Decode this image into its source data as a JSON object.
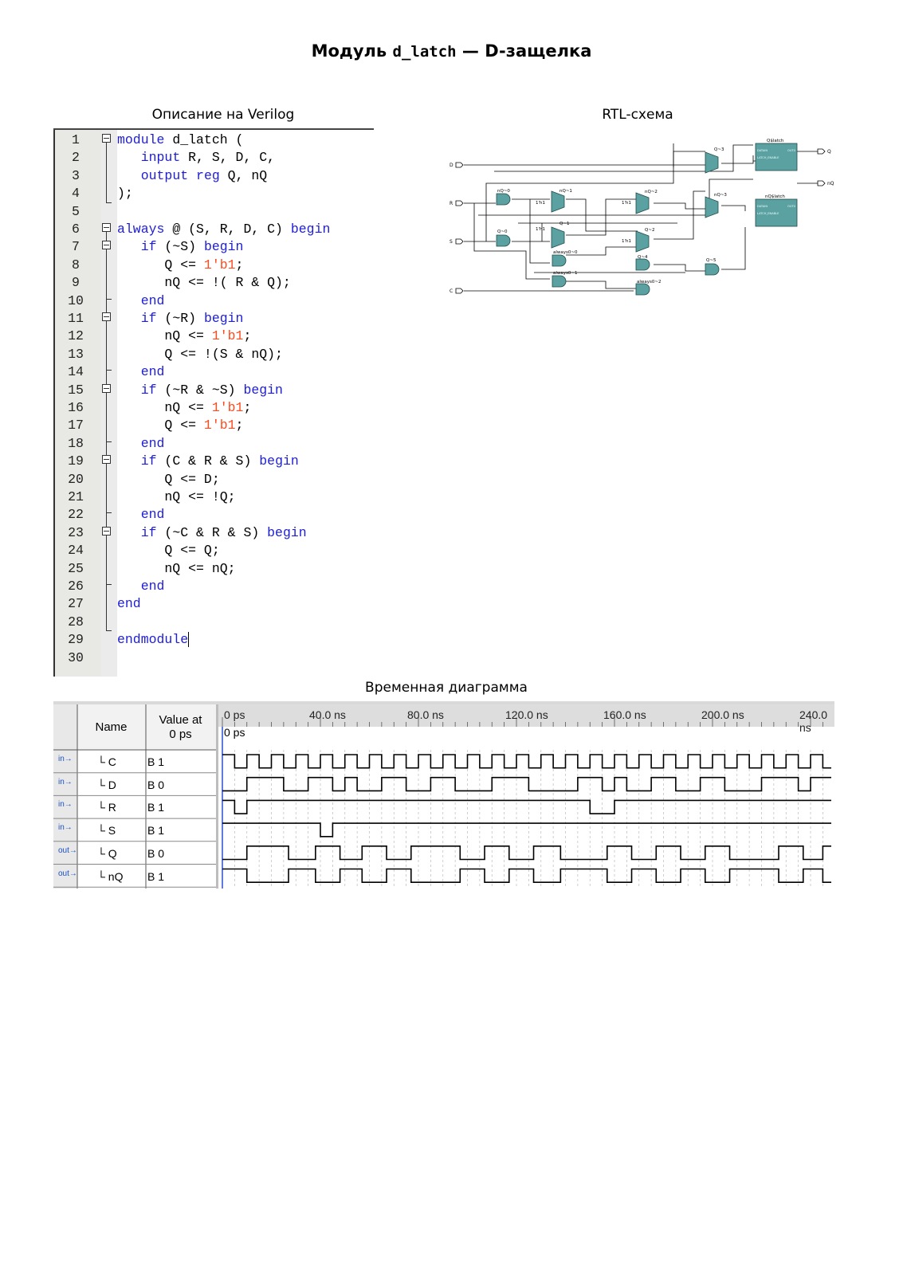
{
  "page": {
    "title_prefix": "Модуль ",
    "title_code": "d_latch",
    "title_suffix": " — D-защелка"
  },
  "captions": {
    "verilog": "Описание на Verilog",
    "rtl": "RTL-схема",
    "timing": "Временная диаграмма"
  },
  "code_lines": [
    {
      "n": "1",
      "t": "module d_latch ("
    },
    {
      "n": "2",
      "t": "   input R, S, D, C,"
    },
    {
      "n": "3",
      "t": "   output reg Q, nQ"
    },
    {
      "n": "4",
      "t": ");"
    },
    {
      "n": "5",
      "t": ""
    },
    {
      "n": "6",
      "t": "always @ (S, R, D, C) begin"
    },
    {
      "n": "7",
      "t": "   if (~S) begin"
    },
    {
      "n": "8",
      "t": "      Q <= 1'b1;"
    },
    {
      "n": "9",
      "t": "      nQ <= !( R & Q);"
    },
    {
      "n": "10",
      "t": "   end"
    },
    {
      "n": "11",
      "t": "   if (~R) begin"
    },
    {
      "n": "12",
      "t": "      nQ <= 1'b1;"
    },
    {
      "n": "13",
      "t": "      Q <= !(S & nQ);"
    },
    {
      "n": "14",
      "t": "   end"
    },
    {
      "n": "15",
      "t": "   if (~R & ~S) begin"
    },
    {
      "n": "16",
      "t": "      nQ <= 1'b1;"
    },
    {
      "n": "17",
      "t": "      Q <= 1'b1;"
    },
    {
      "n": "18",
      "t": "   end"
    },
    {
      "n": "19",
      "t": "   if (C & R & S) begin"
    },
    {
      "n": "20",
      "t": "      Q <= D;"
    },
    {
      "n": "21",
      "t": "      nQ <= !Q;"
    },
    {
      "n": "22",
      "t": "   end"
    },
    {
      "n": "23",
      "t": "   if (~C & R & S) begin"
    },
    {
      "n": "24",
      "t": "      Q <= Q;"
    },
    {
      "n": "25",
      "t": "      nQ <= nQ;"
    },
    {
      "n": "26",
      "t": "   end"
    },
    {
      "n": "27",
      "t": "end"
    },
    {
      "n": "28",
      "t": ""
    },
    {
      "n": "29",
      "t": "endmodule"
    },
    {
      "n": "30",
      "t": ""
    }
  ],
  "rtl": {
    "inputs": [
      "D",
      "R",
      "S",
      "C"
    ],
    "outputs": [
      "Q",
      "nQ"
    ],
    "blocks": [
      "nQ~0",
      "nQ~1",
      "nQ~2",
      "nQ~3",
      "Q~0",
      "Q~1",
      "Q~2",
      "Q~3",
      "Q~4",
      "Q~5",
      "always0~0",
      "always0~1",
      "always0~2",
      "Q$latch",
      "nQ$latch"
    ],
    "const_label": "1'h1",
    "latch_ports": [
      "DATAIN",
      "LATCH_ENABLE",
      "OUT0"
    ]
  },
  "waveform": {
    "header_name": "Name",
    "header_value_line1": "Value at",
    "header_value_line2": "0 ps",
    "cursor_label": "0 ps",
    "time_ticks": [
      "0 ps",
      "40.0 ns",
      "80.0 ns",
      "120.0 ns",
      "160.0 ns",
      "200.0 ns",
      "240.0 ns"
    ],
    "signals": [
      {
        "dir": "in",
        "name": "C",
        "value": "B 1"
      },
      {
        "dir": "in",
        "name": "D",
        "value": "B 0"
      },
      {
        "dir": "in",
        "name": "R",
        "value": "B 1"
      },
      {
        "dir": "in",
        "name": "S",
        "value": "B 1"
      },
      {
        "dir": "out",
        "name": "Q",
        "value": "B 0"
      },
      {
        "dir": "out",
        "name": "nQ",
        "value": "B 1"
      }
    ]
  }
}
